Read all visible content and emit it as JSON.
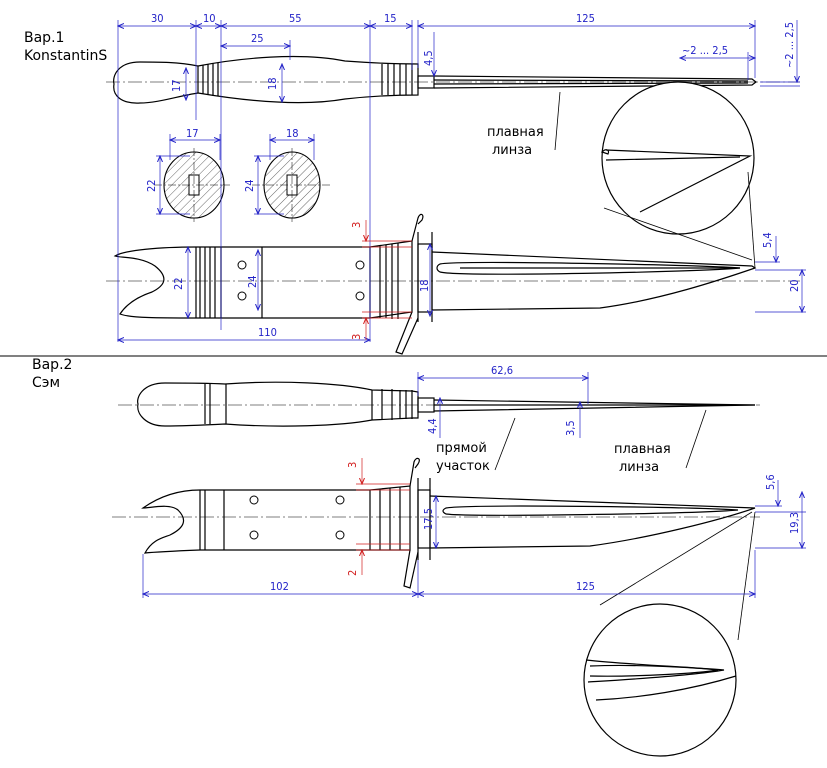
{
  "variant1": {
    "title": "Вар.1",
    "author": "KonstantinS",
    "note_lens": [
      "плавная",
      "линза"
    ],
    "dims": {
      "d30": "30",
      "d10": "10",
      "d55": "55",
      "d15": "15",
      "d125": "125",
      "d25": "25",
      "d4_5": "4,5",
      "approx_2_2_5": "~2 ... 2,5",
      "approx_2_2_5_vert": "~2 ... 2,5",
      "d17a": "17",
      "d18a": "18",
      "d17b": "17",
      "d18b": "18",
      "d22a": "22",
      "d24a": "24",
      "d3a": "3",
      "d3b": "3",
      "d5_4": "5,4",
      "d20": "20",
      "d22b": "22",
      "d24b": "24",
      "d18c": "18",
      "d110": "110"
    }
  },
  "variant2": {
    "title": "Вар.2",
    "author": "Сэм",
    "note_straight": [
      "прямой",
      "участок"
    ],
    "note_lens": [
      "плавная",
      "линза"
    ],
    "dims": {
      "d62_6": "62,6",
      "d4_4": "4,4",
      "d3_5": "3,5",
      "d3": "3",
      "d2": "2",
      "d17_5": "17,5",
      "d5_6": "5,6",
      "d19_3": "19,3",
      "d102": "102",
      "d125": "125"
    }
  },
  "colors": {
    "dimension": "#2323c8",
    "red_dim": "#d21e1e",
    "outline": "#000000",
    "hatch": "#555555"
  }
}
